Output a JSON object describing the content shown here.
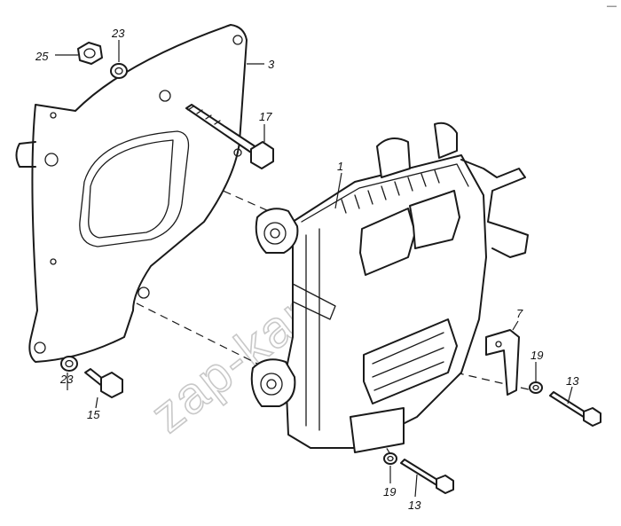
{
  "watermark": "zap-kam.ru",
  "corner_mark": "—",
  "callouts": {
    "c1": "1",
    "c3": "3",
    "c7": "7",
    "c13a": "13",
    "c13b": "13",
    "c15": "15",
    "c17": "17",
    "c19a": "19",
    "c19b": "19",
    "c23a": "23",
    "c23b": "23",
    "c25": "25"
  }
}
